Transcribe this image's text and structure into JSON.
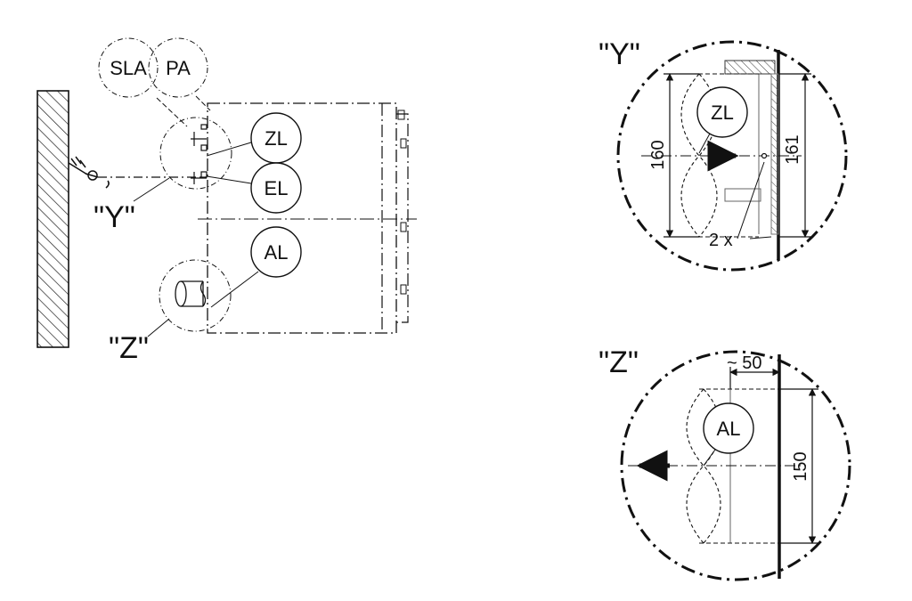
{
  "callouts": {
    "sla": "SLA",
    "pa": "PA",
    "zl": "ZL",
    "el": "EL",
    "al": "AL"
  },
  "views": {
    "y": "\"Y\"",
    "z": "\"Z\""
  },
  "detail_y": {
    "label": "\"Y\"",
    "zl": "ZL",
    "dim_left": "160",
    "dim_right": "161",
    "qty": "2 x"
  },
  "detail_z": {
    "label": "\"Z\"",
    "al": "AL",
    "dim_top": "~ 50",
    "dim_right": "150"
  }
}
